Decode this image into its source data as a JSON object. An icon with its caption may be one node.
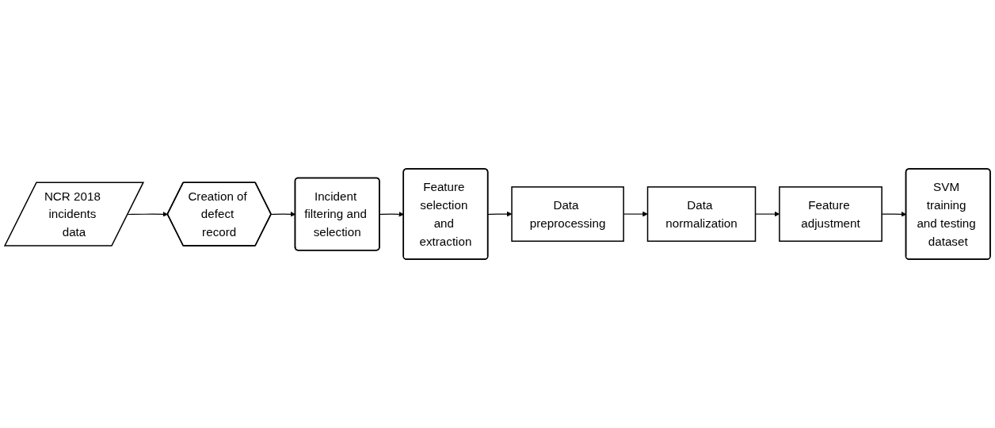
{
  "diagram": {
    "nodes": [
      {
        "text": [
          "NCR 2018 incidents data"
        ]
      },
      {
        "text": [
          "Creation of defect record"
        ]
      },
      {
        "text": [
          "Incident filtering and selection"
        ]
      },
      {
        "text": [
          "Feature selection and extraction"
        ]
      },
      {
        "text": [
          "Data preprocessing"
        ]
      },
      {
        "text": [
          "Data normalization"
        ]
      },
      {
        "text": [
          "Feature adjustment"
        ]
      },
      {
        "text": [
          "SVM training and testing dataset"
        ]
      }
    ],
    "edges": [
      {
        "from": 0,
        "to": 1,
        "arrow": "to"
      },
      {
        "from": 1,
        "to": 2,
        "arrow": "to"
      },
      {
        "from": 2,
        "to": 3,
        "arrow": "to"
      },
      {
        "from": 3,
        "to": 4,
        "arrow": "to"
      },
      {
        "from": 4,
        "to": 5,
        "arrow": "to"
      },
      {
        "from": 5,
        "to": 6,
        "arrow": "to"
      },
      {
        "from": 6,
        "to": 7,
        "arrow": "to"
      }
    ]
  }
}
